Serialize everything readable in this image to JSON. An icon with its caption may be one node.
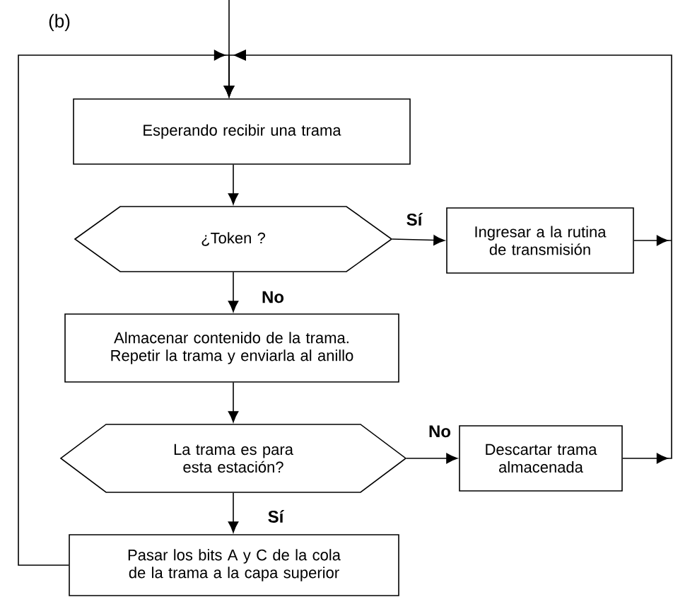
{
  "diagram": {
    "nodes": [
      {
        "text": [
          "Esperando recibir una trama"
        ]
      },
      {
        "text": [
          "¿Token ?"
        ]
      },
      {
        "text": [
          "Ingresar a la rutina de transmisión"
        ]
      },
      {
        "text": [
          "Almacenar contenido de la trama. Repetir la trama y enviarla al anillo"
        ]
      },
      {
        "text": [
          "La trama es para esta estación?"
        ]
      },
      {
        "text": [
          "Descartar trama almacenada"
        ]
      },
      {
        "text": [
          "Pasar los bits A y C de la cola de la trama a la capa superior"
        ]
      }
    ],
    "edges": [
      {
        "from": null,
        "to": 0,
        "arrow": "to"
      },
      {
        "from": 0,
        "to": 1,
        "arrow": "to"
      },
      {
        "from": 1,
        "to": 2,
        "arrow": "to",
        "label": "Sí"
      },
      {
        "from": 1,
        "to": 3,
        "arrow": "to",
        "label": "No"
      },
      {
        "from": 2,
        "to": 0,
        "arrow": "to"
      },
      {
        "from": 3,
        "to": 4,
        "arrow": "to"
      },
      {
        "from": 4,
        "to": 5,
        "arrow": "to",
        "label": "No"
      },
      {
        "from": 4,
        "to": 6,
        "arrow": "to",
        "label": "Sí"
      },
      {
        "from": 5,
        "to": 0,
        "arrow": "to"
      },
      {
        "from": 6,
        "to": 0,
        "arrow": "to"
      }
    ],
    "labels": [
      "(b)"
    ]
  }
}
